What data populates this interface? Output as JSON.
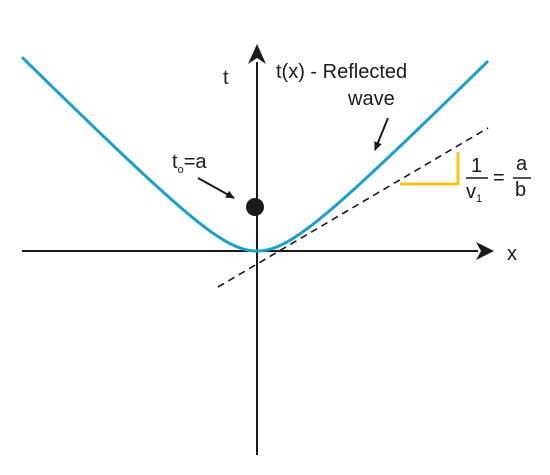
{
  "labels": {
    "t_axis": "t",
    "x_axis": "x",
    "curve_line1": "t(x) - Reflected",
    "curve_line2": "wave",
    "t0_main": "t",
    "t0_sub": "o",
    "t0_rest": "=a",
    "slope_num": "1",
    "slope_den": "v",
    "slope_den_sub": "1",
    "eq": "=",
    "ratio_num": "a",
    "ratio_den": "b"
  },
  "colors": {
    "curve": "#1aa0c9",
    "slope_triangle": "#f5c518",
    "axes": "#1a1a1a"
  }
}
